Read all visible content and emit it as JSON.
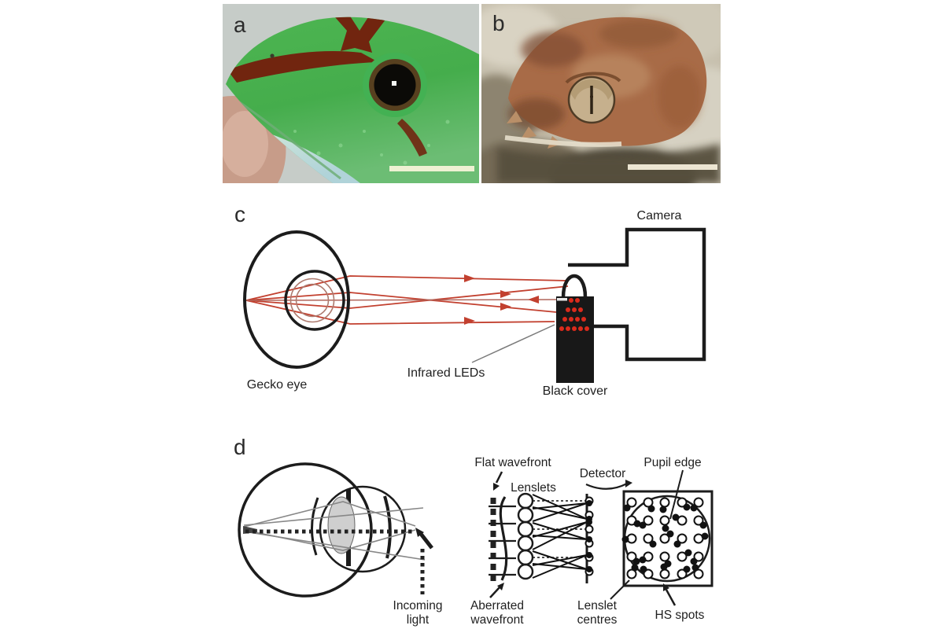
{
  "panels": {
    "a": {
      "letter": "a"
    },
    "b": {
      "letter": "b"
    },
    "c": {
      "letter": "c",
      "camera": "Camera",
      "gecko_eye": "Gecko eye",
      "infrared_leds": "Infrared LEDs",
      "black_cover": "Black cover"
    },
    "d": {
      "letter": "d",
      "flat_wavefront": "Flat wavefront",
      "lenslets": "Lenslets",
      "detector": "Detector",
      "pupil_edge": "Pupil edge",
      "incoming_line1": "Incoming",
      "incoming_line2": "light",
      "aberrated_line1": "Aberrated",
      "aberrated_line2": "wavefront",
      "lenslet_centres_line1": "Lenslet",
      "lenslet_centres_line2": "centres",
      "hs_spots": "HS spots",
      "hs_grid": {
        "cols": [
          520,
          541,
          562,
          584,
          605
        ],
        "rows": [
          99,
          122,
          145,
          168,
          190
        ],
        "circle_radius": 5.5,
        "dot_radius": 4.5,
        "offsets": [
          [
            [
              -6,
              7
            ],
            [
              4,
              8
            ],
            [
              -2,
              9
            ],
            [
              6,
              6
            ],
            [
              -6,
              7
            ]
          ],
          [
            [
              7,
              4
            ],
            [
              -7,
              6
            ],
            [
              1,
              10
            ],
            [
              -8,
              -4
            ],
            [
              6,
              6
            ]
          ],
          [
            [
              -8,
              1
            ],
            [
              6,
              7
            ],
            [
              7,
              -6
            ],
            [
              -6,
              7
            ],
            [
              8,
              -3
            ]
          ],
          [
            [
              6,
              6
            ],
            [
              -7,
              4
            ],
            [
              4,
              9
            ],
            [
              8,
              -5
            ],
            [
              -6,
              6
            ]
          ],
          [
            [
              4,
              -8
            ],
            [
              -6,
              -6
            ],
            [
              -1,
              -9
            ],
            [
              6,
              -6
            ],
            [
              -4,
              -8
            ]
          ]
        ]
      }
    }
  },
  "colors": {
    "ray_red": "#c2402f",
    "led_red": "#db2b1c",
    "diagram_black": "#1c1c1c",
    "pointer_gray": "#7a7a7a"
  }
}
